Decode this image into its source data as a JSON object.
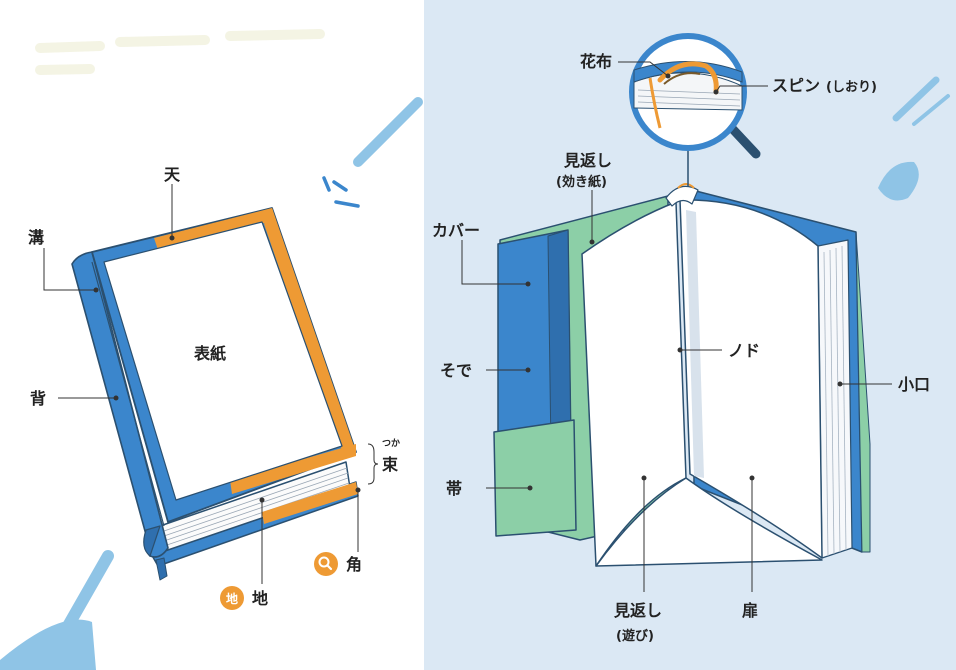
{
  "colors": {
    "blue": "#3b86cc",
    "blue_dark": "#2f6fae",
    "orange": "#ee9a34",
    "green": "#8ccfa7",
    "right_bg": "#dbe8f4",
    "outline": "#2b5070",
    "accent_light": "#8fc4e6"
  },
  "left": {
    "ten": "天",
    "mizo": "溝",
    "hyoshi": "表紙",
    "se": "背",
    "tsuka_ruby": "つか",
    "tsuka": "束",
    "chi_badge": "地",
    "chi": "地",
    "kado": "角"
  },
  "right": {
    "kafu": "花布",
    "spin": "スピン",
    "spin_sub": "(しおり)",
    "mikaeshi_top": "見返し",
    "mikaeshi_top_sub": "(効き紙)",
    "cover": "カバー",
    "sode": "そで",
    "obi": "帯",
    "nodo": "ノド",
    "koguchi": "小口",
    "mikaeshi_bottom": "見返し",
    "mikaeshi_bottom_sub": "(遊び)",
    "tobira": "扉"
  },
  "icons": [
    "magnifier-icon",
    "magnify-badge-icon"
  ]
}
